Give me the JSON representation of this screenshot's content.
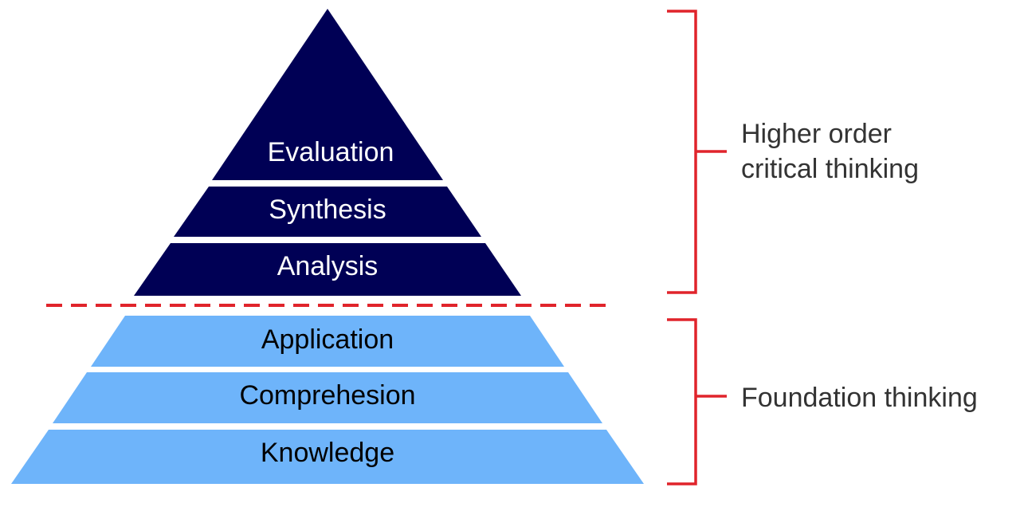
{
  "colors": {
    "upper_tier": "#000055",
    "lower_tier": "#6eb4fa",
    "divider": "#e0242b",
    "bracket": "#e0242b",
    "upper_text": "#ffffff",
    "lower_text": "#000000",
    "group_text": "#333333"
  },
  "pyramid": {
    "tiers": [
      {
        "label": "Evaluation",
        "group": "upper"
      },
      {
        "label": "Synthesis",
        "group": "upper"
      },
      {
        "label": "Analysis",
        "group": "upper"
      },
      {
        "label": "Application",
        "group": "lower"
      },
      {
        "label": "Comprehesion",
        "group": "lower"
      },
      {
        "label": "Knowledge",
        "group": "lower"
      }
    ]
  },
  "groups": {
    "higher": {
      "line1": "Higher order",
      "line2": "critical thinking"
    },
    "foundation": {
      "line1": "Foundation thinking"
    }
  }
}
